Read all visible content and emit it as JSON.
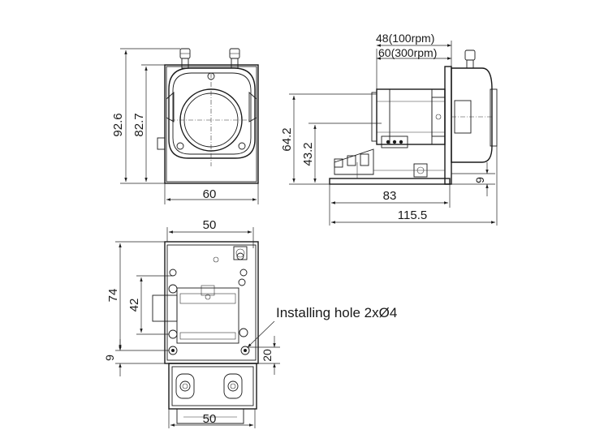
{
  "labels": {
    "front_height_total": "92.6",
    "front_height_body": "82.7",
    "front_width": "60",
    "side_speed_100": "48(100rpm)",
    "side_speed_300": "60(300rpm)",
    "side_height_total": "64.2",
    "side_height_mid": "43.2",
    "side_base": "9",
    "side_length_83": "83",
    "side_length_total": "115.5",
    "bottom_width_top": "50",
    "bottom_width_bottom": "50",
    "bottom_height_74": "74",
    "bottom_height_42": "42",
    "bottom_dim_9": "9",
    "bottom_dim_20": "20",
    "installing_hole": "Installing hole 2xØ4"
  }
}
